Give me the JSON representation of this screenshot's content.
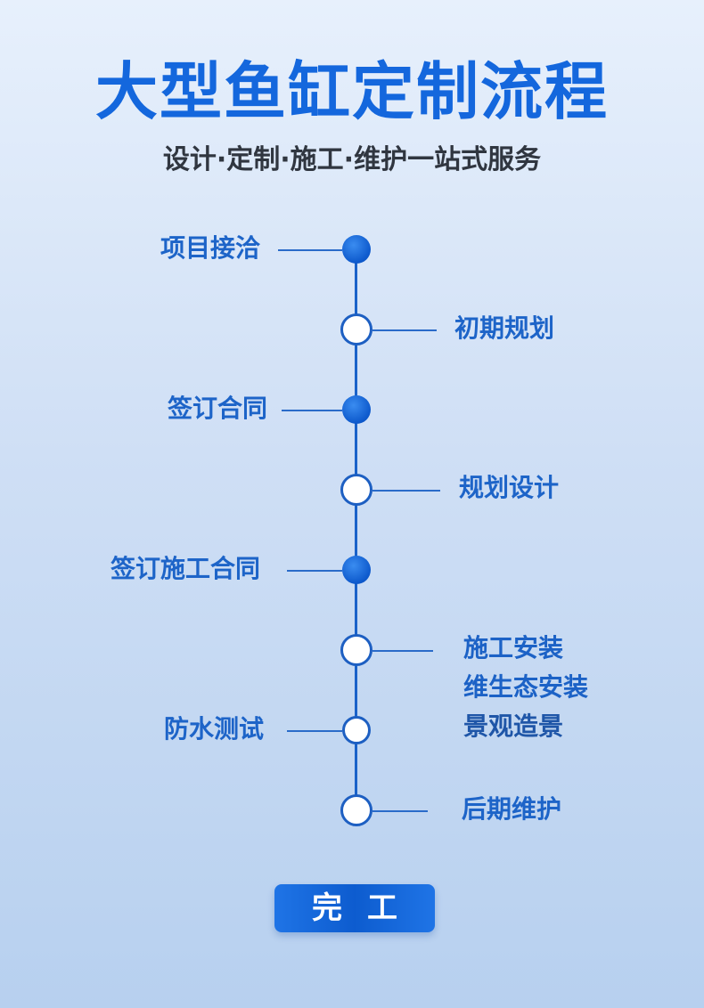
{
  "header": {
    "title": "大型鱼缸定制流程",
    "subtitle": "设计·定制·施工·维护一站式服务"
  },
  "steps": [
    {
      "label": "项目接洽",
      "side": "left",
      "node": "filled"
    },
    {
      "label": "初期规划",
      "side": "right",
      "node": "hollow"
    },
    {
      "label": "签订合同",
      "side": "left",
      "node": "filled"
    },
    {
      "label": "规划设计",
      "side": "right",
      "node": "hollow"
    },
    {
      "label": "签订施工合同",
      "side": "left",
      "node": "filled"
    },
    {
      "label": [
        "施工安装",
        "维生态安装",
        "景观造景"
      ],
      "side": "right",
      "node": "hollow"
    },
    {
      "label": "防水测试",
      "side": "left",
      "node": "hollow"
    },
    {
      "label": "后期维护",
      "side": "right",
      "node": "hollow"
    }
  ],
  "finish_button": {
    "label": "完工"
  },
  "colors": {
    "accent": "#1467dd",
    "node_blue": "#0d59cc",
    "text_dark": "#303640",
    "background_top": "#e7f0fc",
    "background_bottom": "#b7d0ef"
  }
}
